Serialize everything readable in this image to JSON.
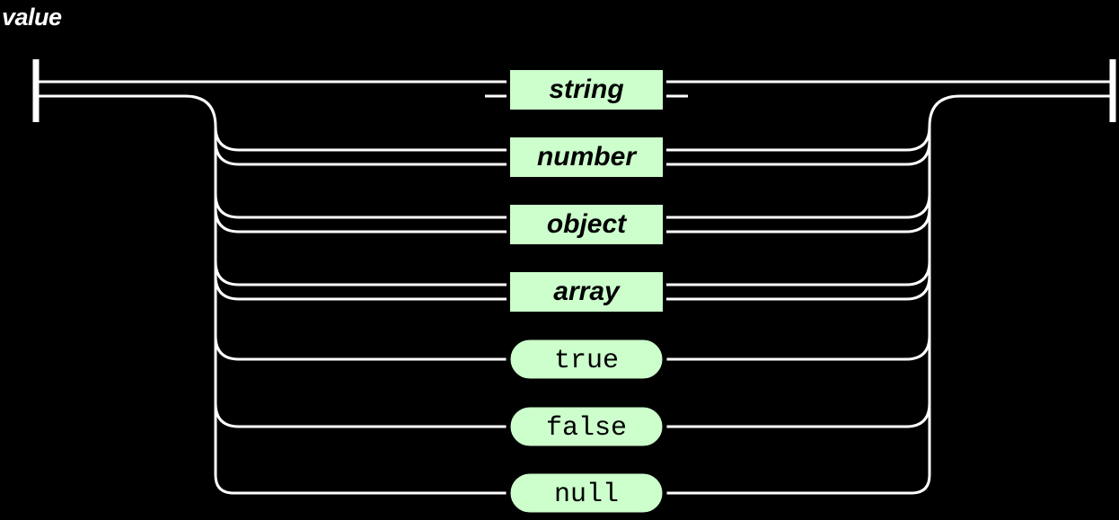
{
  "diagram": {
    "title": "value",
    "type": "railroad-syntax-diagram",
    "title_color": "#ffffff",
    "background_color": "#000000",
    "rail_color": "#ffffff",
    "node_fill_color": "#ccffcc",
    "node_border_color": "#000000",
    "start_marker": "|",
    "end_marker": "|",
    "alternatives": [
      {
        "label": "string",
        "kind": "nonterminal",
        "shape": "rectangle"
      },
      {
        "label": "number",
        "kind": "nonterminal",
        "shape": "rectangle"
      },
      {
        "label": "object",
        "kind": "nonterminal",
        "shape": "rectangle"
      },
      {
        "label": "array",
        "kind": "nonterminal",
        "shape": "rectangle"
      },
      {
        "label": "true",
        "kind": "terminal",
        "shape": "capsule"
      },
      {
        "label": "false",
        "kind": "terminal",
        "shape": "capsule"
      },
      {
        "label": "null",
        "kind": "terminal",
        "shape": "capsule"
      }
    ]
  }
}
